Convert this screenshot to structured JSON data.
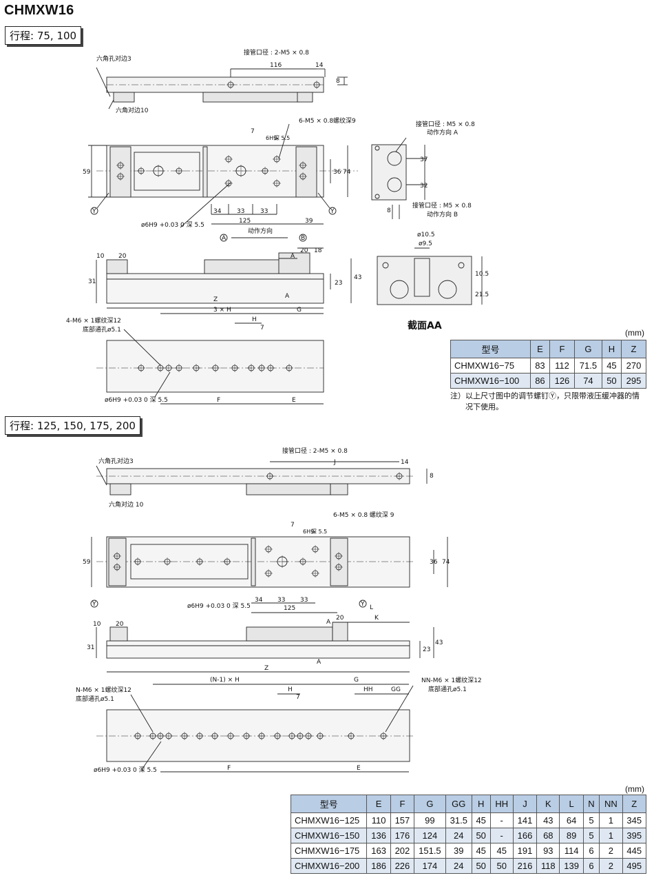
{
  "title": "CHMXW16",
  "section1": {
    "stroke_label": "行程: 75, 100",
    "labels": {
      "hex3": "六角孔对边3",
      "port": "接管口径 : 2-M5 × 0.8",
      "d116": "116",
      "d14": "14",
      "d8": "8",
      "hex10": "六角对边10",
      "d7": "7",
      "d6h9": "6H9",
      "depth55": "深 5.5",
      "m5thread": "6-M5 × 0.8螺纹深9",
      "d59": "59",
      "d36": "36",
      "d74": "74",
      "y": "Y",
      "d34": "34",
      "d33a": "33",
      "d33b": "33",
      "d125": "125",
      "d39": "39",
      "pin_hole": "ø6H9 +0.03 0 深 5.5",
      "motion": "动作方向",
      "a": "A",
      "b": "B",
      "port_a": "接管口径 : M5 × 0.8",
      "motion_a": "动作方向 A",
      "d37": "37",
      "d32": "32",
      "port_b": "接管口径 : M5 × 0.8",
      "motion_b": "动作方向 B",
      "d10": "10",
      "d20": "20",
      "d31": "31",
      "d18": "18",
      "d23": "23",
      "d43": "43",
      "z": "Z",
      "dia105": "ø10.5",
      "dia95": "ø9.5",
      "d105": "10.5",
      "d215": "21.5",
      "m6": "4-M6 × 1螺纹深12",
      "through": "底部通孔ø5.1",
      "h3": "3 × H",
      "h": "H",
      "g": "G",
      "f": "F",
      "e": "E",
      "pin_hole2": "ø6H9 +0.03 0 深 5.5"
    },
    "section_aa": "截面AA",
    "unit": "(mm)",
    "table": {
      "headers": [
        "型号",
        "E",
        "F",
        "G",
        "H",
        "Z"
      ],
      "rows": [
        [
          "CHMXW16−75",
          "83",
          "112",
          "71.5",
          "45",
          "270"
        ],
        [
          "CHMXW16−100",
          "86",
          "126",
          "74",
          "50",
          "295"
        ]
      ]
    },
    "note_line1": "注）以上尺寸图中的调节螺钉Ⓨ，只限带液压缓冲器的情",
    "note_line2": "况下使用。"
  },
  "section2": {
    "stroke_label": "行程: 125, 150, 175, 200",
    "labels": {
      "hex3": "六角孔对边3",
      "port": "接管口径 : 2-M5 × 0.8",
      "j": "J",
      "d14": "14",
      "d8": "8",
      "hex10": "六角对边 10",
      "d7": "7",
      "d6h9": "6H9",
      "depth55": "深 5.5",
      "m5thread": "6-M5 × 0.8 螺纹深 9",
      "d59": "59",
      "d36": "36",
      "d74": "74",
      "y": "Y",
      "l": "L",
      "pin_hole": "ø6H9 +0.03 0 深 5.5",
      "d34": "34",
      "d33a": "33",
      "d33b": "33",
      "d125": "125",
      "d10": "10",
      "d20a": "20",
      "d20b": "20",
      "a": "A",
      "k": "K",
      "d31": "31",
      "d23": "23",
      "d43": "43",
      "z": "Z",
      "nh": "(N-1) × H",
      "g": "G",
      "hh": "HH",
      "gg": "GG",
      "h": "H",
      "nm6": "N-M6 × 1螺纹深12",
      "nnm6": "NN-M6 × 1螺纹深12",
      "through": "底部通孔ø5.1",
      "through2": "底部通孔ø5.1",
      "f": "F",
      "e": "E",
      "pin_hole2": "ø6H9 +0.03 0 深 5.5"
    },
    "unit": "(mm)",
    "table": {
      "headers": [
        "型号",
        "E",
        "F",
        "G",
        "GG",
        "H",
        "HH",
        "J",
        "K",
        "L",
        "N",
        "NN",
        "Z"
      ],
      "rows": [
        [
          "CHMXW16−125",
          "110",
          "157",
          "99",
          "31.5",
          "45",
          "-",
          "141",
          "43",
          "64",
          "5",
          "1",
          "345"
        ],
        [
          "CHMXW16−150",
          "136",
          "176",
          "124",
          "24",
          "50",
          "-",
          "166",
          "68",
          "89",
          "5",
          "1",
          "395"
        ],
        [
          "CHMXW16−175",
          "163",
          "202",
          "151.5",
          "39",
          "45",
          "45",
          "191",
          "93",
          "114",
          "6",
          "2",
          "445"
        ],
        [
          "CHMXW16−200",
          "186",
          "226",
          "174",
          "24",
          "50",
          "50",
          "216",
          "118",
          "139",
          "6",
          "2",
          "495"
        ]
      ]
    }
  }
}
